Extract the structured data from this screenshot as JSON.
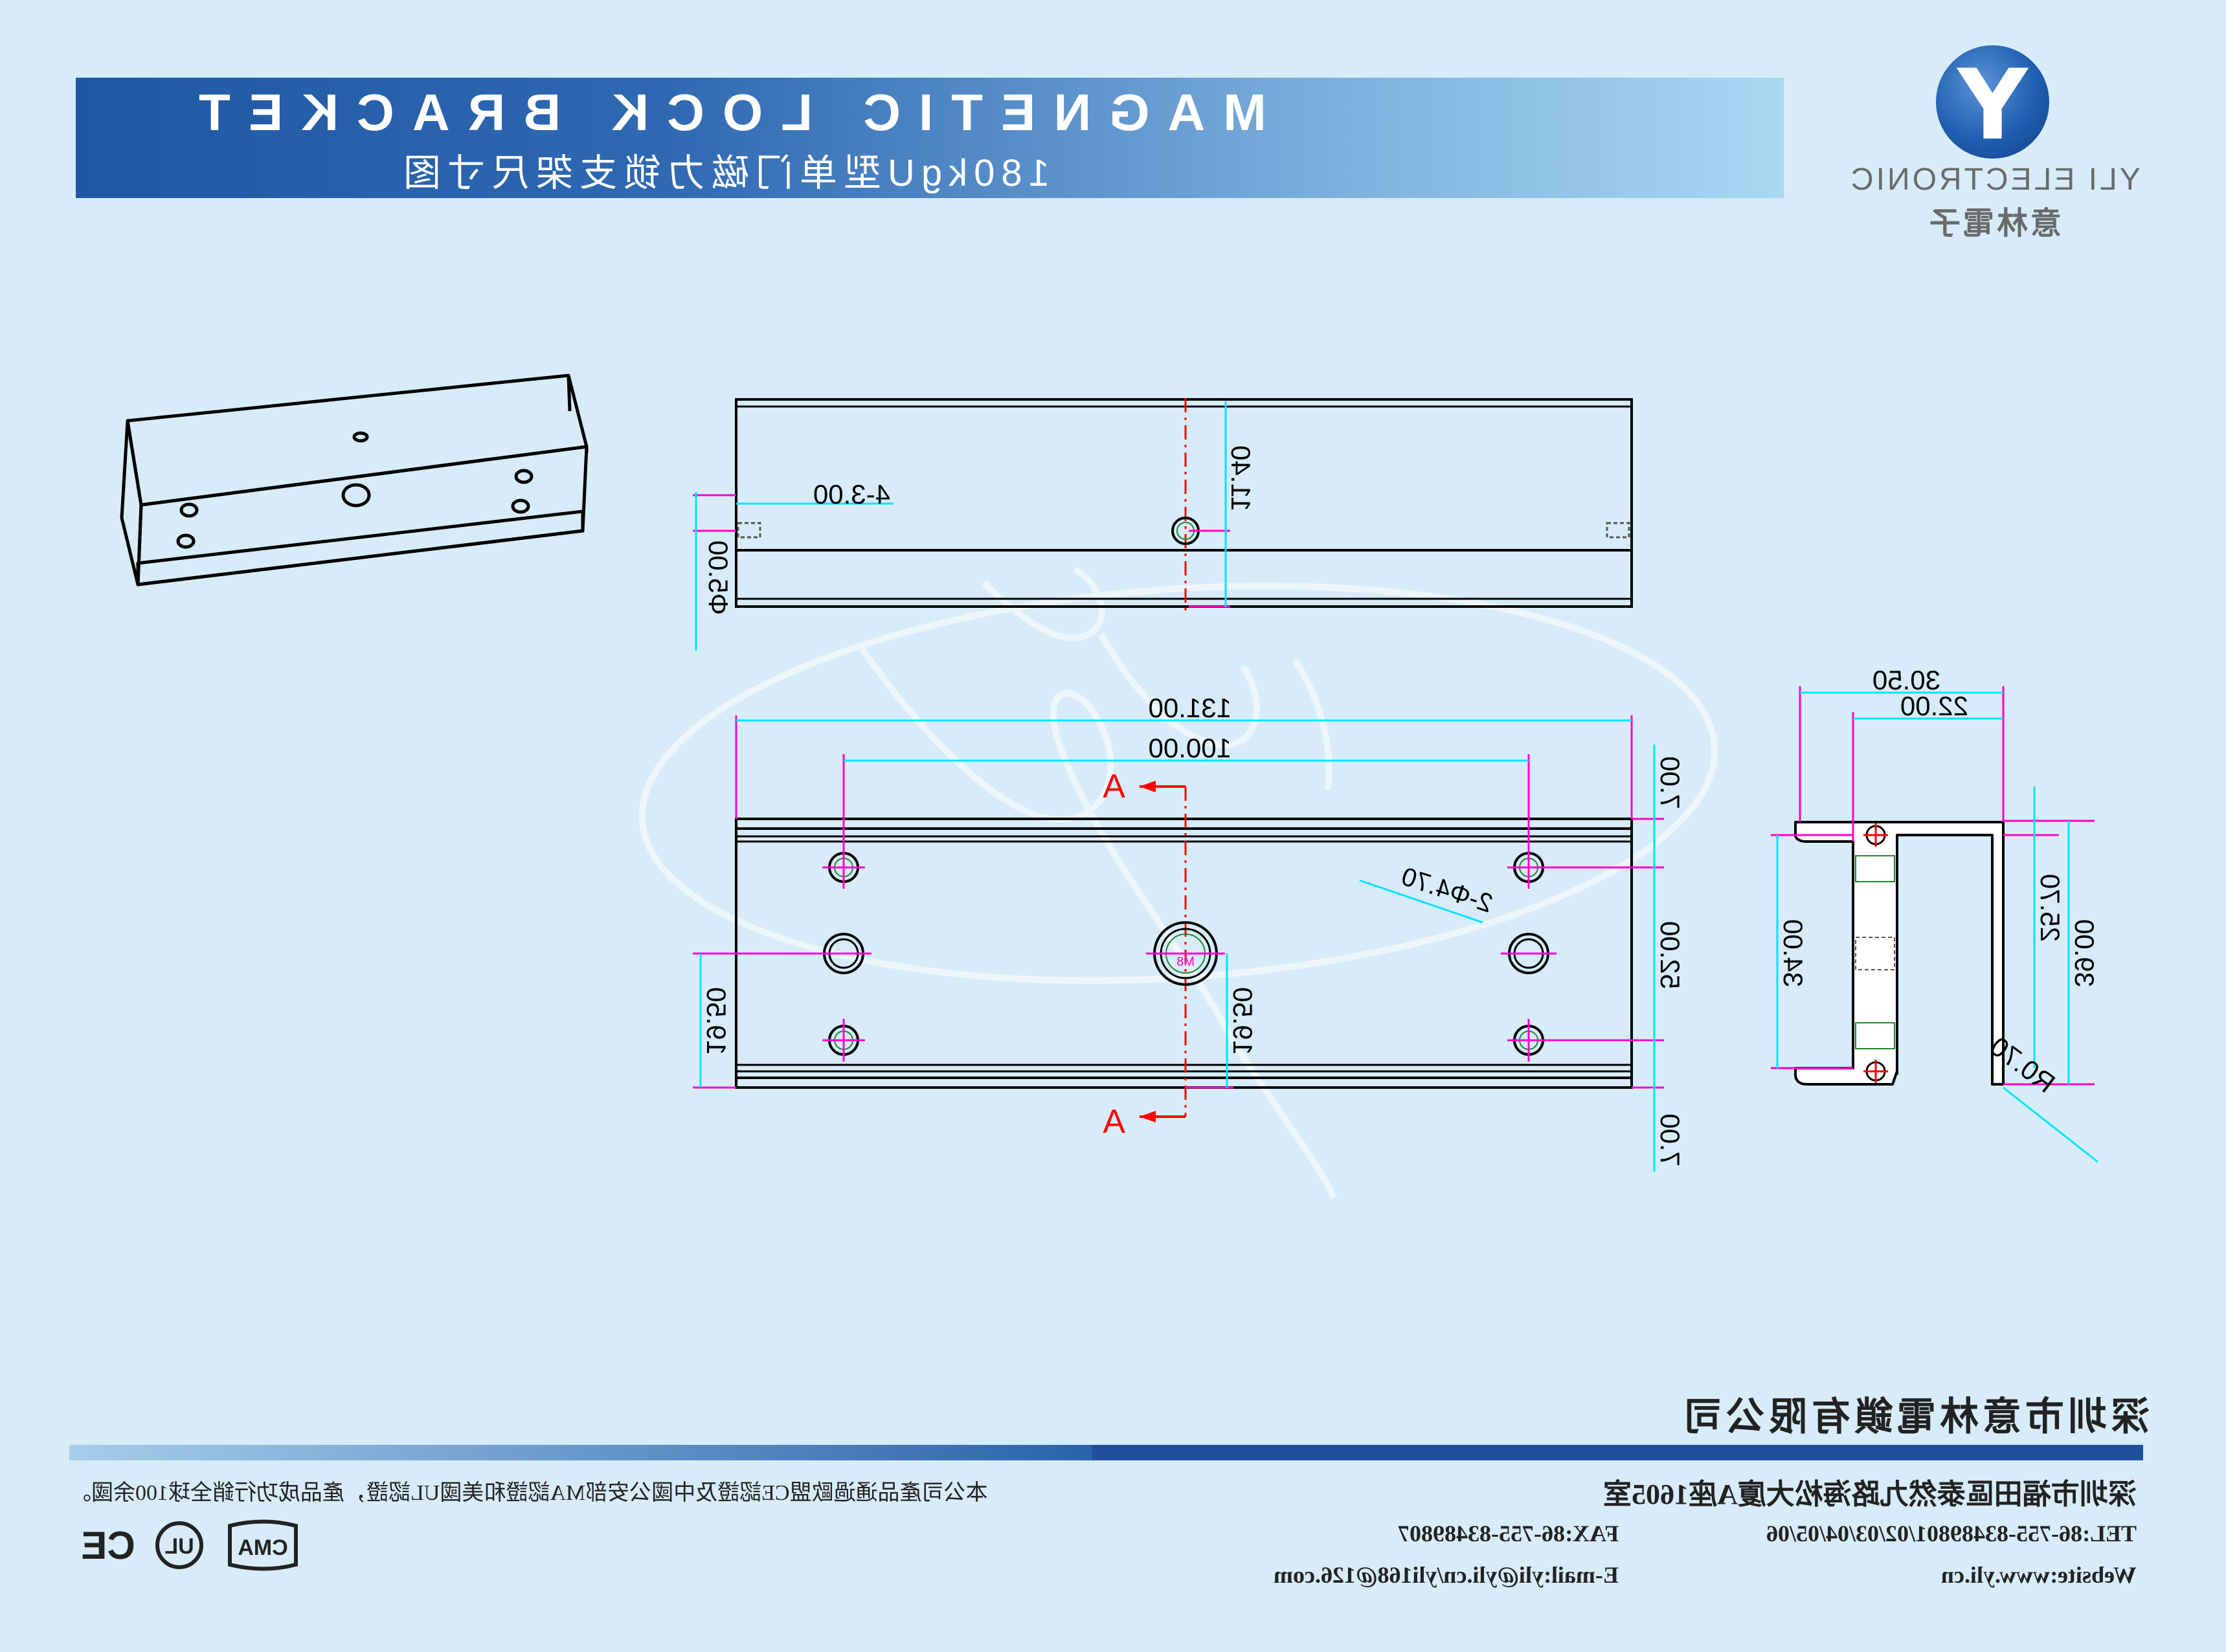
{
  "header": {
    "title": "MAGNETIC LOCK BRACKET",
    "subtitle": "180kgU型单门磁力锁支架尺寸图"
  },
  "logo": {
    "mark": "Y",
    "name_en": "YLI ELECTRONIC",
    "name_cn": "意林電子"
  },
  "drawing": {
    "top_view": {
      "slot_callout": "4-3.00",
      "hole_dia": "Φ5.00",
      "hole_offset": "11.40"
    },
    "front_view": {
      "overall_width": "131.00",
      "hole_spacing": "100.00",
      "top_flange": "7.00",
      "height": "52.00",
      "bottom_flange": "7.00",
      "hole_callout": "2-Φ4.70",
      "left_offset": "19.50",
      "center_offset": "19.50",
      "thread_label": "M8",
      "section_label_top": "A",
      "section_label_bottom": "A"
    },
    "side_view": {
      "outer_width": "30.50",
      "inner_width": "22.00",
      "inner_height": "34.00",
      "wall_height": "25.70",
      "overall_height": "39.00",
      "radius": "R0.70"
    }
  },
  "footer": {
    "company": "深圳市意林電鎖有限公司",
    "cert_text": "本公司產品通過歐盟CE認證及中國公安部MA認證和美國UL認證，產品成功行銷全球100余國。",
    "address": "深圳市福田區泰然九路海松大廈A座1605室",
    "tel": "TEL:86-755-83489801/02/03/04/05/06",
    "fax": "FAX:86-755-83489807",
    "website": "Website:www.yli.cn",
    "email": "E-mail:yli@yli.cn/yli168@126.com",
    "cert_marks": [
      "CMA",
      "UL",
      "CE"
    ]
  },
  "colors": {
    "banner_start": "#1f57a4",
    "banner_end": "#a9d8f3",
    "background": "#d7ecf8",
    "dimension": "#00e5ff",
    "extension": "#ff00d0",
    "centerline": "#ff0000",
    "outline": "#000000"
  }
}
